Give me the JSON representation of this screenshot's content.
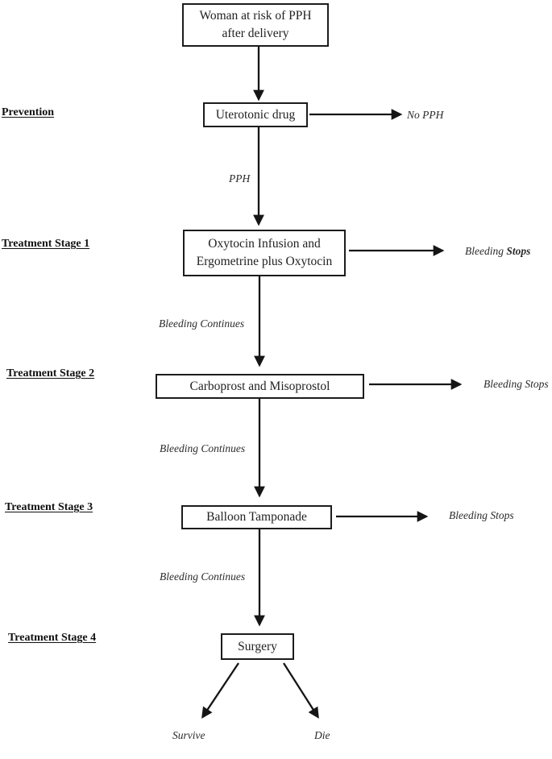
{
  "diagram": {
    "title_semantic": "PPH prevention and treatment flowchart",
    "colors": {
      "background": "#ffffff",
      "line": "#151515",
      "text": "#1b1b1b"
    },
    "side_labels": {
      "prevention": "Prevention",
      "stage1": "Treatment Stage 1",
      "stage2": "Treatment Stage 2",
      "stage3": "Treatment Stage 3",
      "stage4": "Treatment Stage 4"
    },
    "boxes": {
      "risk": {
        "line1": "Woman at risk of PPH",
        "line2": "after delivery"
      },
      "uterotonic": {
        "line1": "Uterotonic drug"
      },
      "stage1": {
        "line1": "Oxytocin Infusion and",
        "line2": "Ergometrine plus Oxytocin"
      },
      "stage2": {
        "line1": "Carboprost and Misoprostol"
      },
      "stage3": {
        "line1": "Balloon Tamponade"
      },
      "stage4": {
        "line1": "Surgery"
      }
    },
    "edge_labels": {
      "no_pph": "No PPH",
      "pph": "PPH",
      "bleeding_stops_1_word1": "Bleeding",
      "bleeding_stops_1_word2": "Stops",
      "bleeding_continues_1": "Bleeding Continues",
      "bleeding_stops_2": "Bleeding Stops",
      "bleeding_continues_2": "Bleeding Continues",
      "bleeding_stops_3": "Bleeding Stops",
      "bleeding_continues_3": "Bleeding Continues",
      "survive": "Survive",
      "die": "Die"
    }
  }
}
